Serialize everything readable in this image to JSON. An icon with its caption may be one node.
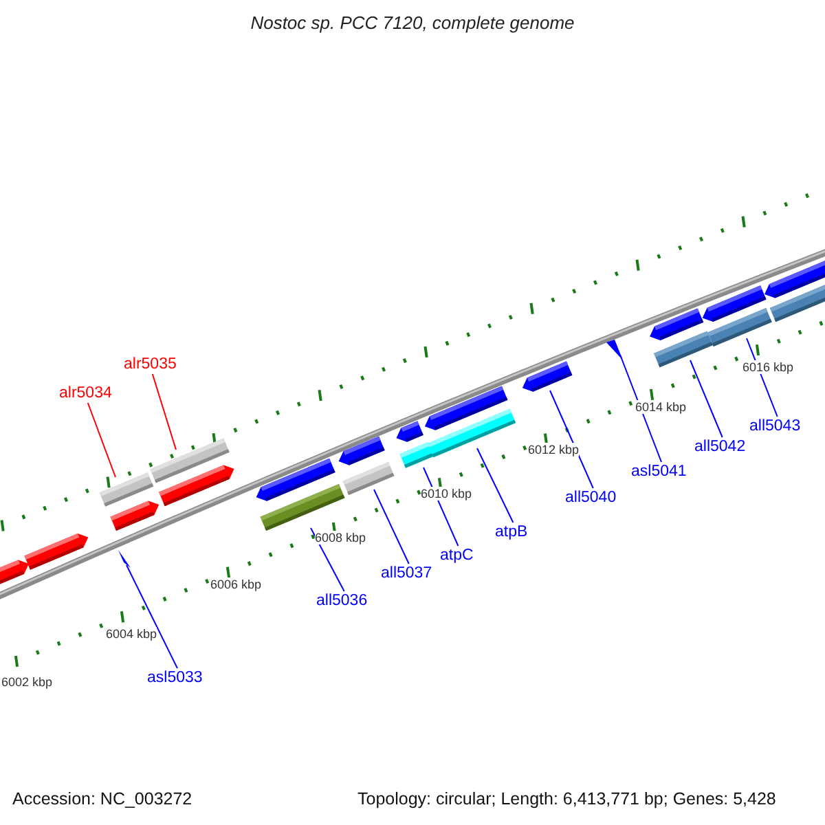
{
  "diagram": {
    "title": "Nostoc sp. PCC 7120, complete genome",
    "nodes": [
      {
        "text": [
          "alr5034"
        ]
      },
      {
        "text": [
          "alr5035"
        ]
      },
      {
        "text": [
          "asl5033"
        ]
      },
      {
        "text": [
          "all5036"
        ]
      },
      {
        "text": [
          "all5037"
        ]
      },
      {
        "text": [
          "atpC"
        ]
      },
      {
        "text": [
          "atpB"
        ]
      },
      {
        "text": [
          "all5040"
        ]
      },
      {
        "text": [
          "asl5041"
        ]
      },
      {
        "text": [
          "all5042"
        ]
      },
      {
        "text": [
          "all5043"
        ]
      },
      {
        "text": [],
        "shape": "box"
      },
      {
        "text": [],
        "shape": "box"
      },
      {
        "text": [],
        "shape": "triangle"
      },
      {
        "text": [],
        "shape": "bar"
      },
      {
        "text": [],
        "shape": "box"
      },
      {
        "text": [],
        "shape": "bar"
      },
      {
        "text": [],
        "shape": "box"
      },
      {
        "text": [],
        "shape": "box"
      },
      {
        "text": [],
        "shape": "bar"
      },
      {
        "text": [],
        "shape": "box"
      },
      {
        "text": [],
        "shape": "bar"
      },
      {
        "text": [],
        "shape": "box"
      },
      {
        "text": [],
        "shape": "bar"
      },
      {
        "text": [],
        "shape": "box"
      },
      {
        "text": [],
        "shape": "bar"
      },
      {
        "text": [],
        "shape": "box"
      },
      {
        "text": [],
        "shape": "triangle"
      },
      {
        "text": [],
        "shape": "box"
      },
      {
        "text": [],
        "shape": "bar"
      },
      {
        "text": [],
        "shape": "box"
      },
      {
        "text": [],
        "shape": "bar"
      },
      {
        "text": [],
        "shape": "box"
      },
      {
        "text": [],
        "shape": "bar"
      }
    ],
    "edges": [
      {
        "from": 0,
        "to": 14,
        "arrow": "none",
        "color": "#ff0000"
      },
      {
        "from": 1,
        "to": 16,
        "arrow": "none",
        "color": "#ff0000"
      },
      {
        "from": 2,
        "to": 13,
        "arrow": "none"
      },
      {
        "from": 3,
        "to": 19,
        "arrow": "none"
      },
      {
        "from": 4,
        "to": 21,
        "arrow": "none"
      },
      {
        "from": 5,
        "to": 23,
        "arrow": "none"
      },
      {
        "from": 6,
        "to": 25,
        "arrow": "none"
      },
      {
        "from": 7,
        "to": 26,
        "arrow": "none"
      },
      {
        "from": 8,
        "to": 27,
        "arrow": "none"
      },
      {
        "from": 9,
        "to": 29,
        "arrow": "none"
      },
      {
        "from": 10,
        "to": 31,
        "arrow": "none"
      }
    ],
    "labels": [
      "6002 kbp",
      "6004 kbp",
      "6006 kbp",
      "6008 kbp",
      "6010 kbp",
      "6012 kbp",
      "6014 kbp",
      "6016 kbp",
      "Accession: NC_003272",
      "Topology: circular; Length: 6,413,771 bp; Genes: 5,428"
    ]
  }
}
